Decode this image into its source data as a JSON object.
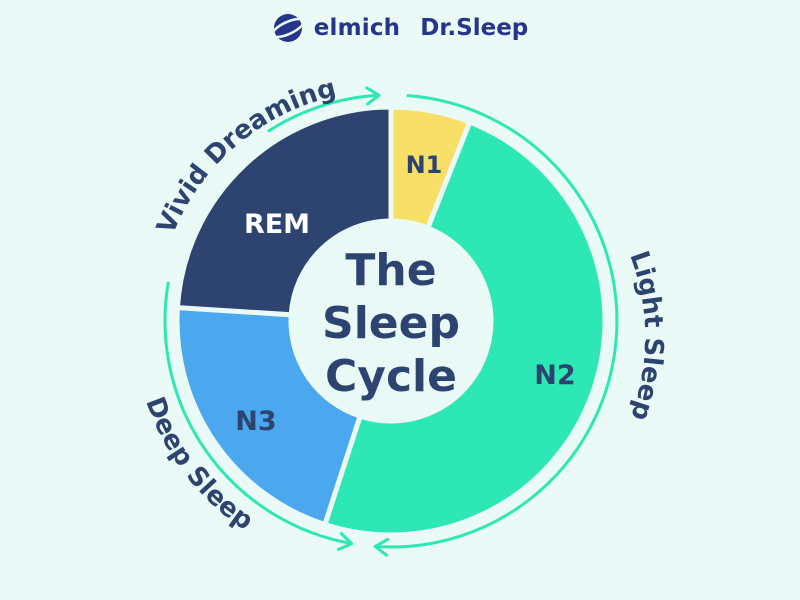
{
  "brand": {
    "name": "elmich",
    "product": "Dr.Sleep"
  },
  "center_title": {
    "lines": [
      "The",
      "Sleep",
      "Cycle"
    ]
  },
  "segments": [
    {
      "label": "N1",
      "share": 0.06,
      "color": "#f8e068"
    },
    {
      "label": "N2",
      "share": 0.49,
      "color": "#2de8b4"
    },
    {
      "label": "N3",
      "share": 0.21,
      "color": "#4ca8ee"
    },
    {
      "label": "REM",
      "share": 0.24,
      "color": "#2d4470"
    }
  ],
  "arc_labels": {
    "light": "Light Sleep",
    "deep": "Deep Sleep",
    "vivid": "Vivid Dreaming"
  },
  "colors": {
    "background": "#eafaf6",
    "text_dark": "#2d4470",
    "text_light": "#ffffff",
    "arrow": "#2de8b4",
    "brand": "#24358a"
  }
}
